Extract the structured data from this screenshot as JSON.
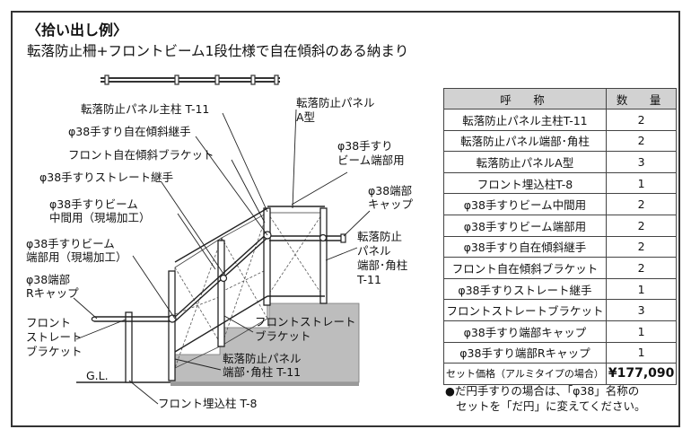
{
  "header": {
    "title": "〈拾い出し例〉",
    "subtitle": "転落防止柵+フロントビーム1段仕様で自在傾斜のある納まり"
  },
  "labels": {
    "main_post": "転落防止パネル主柱 T-11",
    "tilt_joint": "φ38手すり自在傾斜継手",
    "tilt_bracket": "フロント自在傾斜ブラケット",
    "straight_joint": "φ38手すりストレート継手",
    "beam_mid_1": "φ38手すりビーム",
    "beam_mid_2": "中間用（現場加工）",
    "beam_end_1": "φ38手すりビーム",
    "beam_end_2": "端部用（現場加工）",
    "r_cap_1": "φ38端部",
    "r_cap_2": "Rキャップ",
    "front_bracket_1": "フロント",
    "front_bracket_2": "ストレート",
    "front_bracket_3": "ブラケット",
    "gl": "G.L.",
    "buried_post": "フロント埋込柱 T-8",
    "panel_a_1": "転落防止パネル",
    "panel_a_2": "A型",
    "beam_end_top_1": "φ38手すり",
    "beam_end_top_2": "ビーム端部用",
    "end_cap_1": "φ38端部",
    "end_cap_2": "キャップ",
    "right_post_1": "転落防止",
    "right_post_2": "パネル",
    "right_post_3": "端部･角柱",
    "right_post_4": "T-11",
    "straight_bracket_1": "フロントストレート",
    "straight_bracket_2": "ブラケット",
    "left_post_1": "転落防止パネル",
    "left_post_2": "端部･角柱 T-11"
  },
  "table": {
    "header_name": "呼　称",
    "header_qty": "数　量",
    "rows": [
      {
        "name": "転落防止パネル主柱T-11",
        "qty": "2"
      },
      {
        "name": "転落防止パネル端部･角柱",
        "qty": "2"
      },
      {
        "name": "転落防止パネルA型",
        "qty": "3"
      },
      {
        "name": "フロント埋込柱T-8",
        "qty": "1"
      },
      {
        "name": "φ38手すりビーム中間用",
        "qty": "2"
      },
      {
        "name": "φ38手すりビーム端部用",
        "qty": "2"
      },
      {
        "name": "φ38手すり自在傾斜継手",
        "qty": "2"
      },
      {
        "name": "フロント自在傾斜ブラケット",
        "qty": "2"
      },
      {
        "name": "φ38手すりストレート継手",
        "qty": "1"
      },
      {
        "name": "フロントストレートブラケット",
        "qty": "3"
      },
      {
        "name": "φ38手すり端部キャップ",
        "qty": "1"
      },
      {
        "name": "φ38手すり端部Rキャップ",
        "qty": "1"
      }
    ],
    "total_label": "セット価格（アルミタイプの場合）",
    "total_value": "¥177,090"
  },
  "note": {
    "line1": "●だ円手すりの場合は、「φ38」名称の",
    "line2": "セットを「だ円」に変えてください。"
  }
}
